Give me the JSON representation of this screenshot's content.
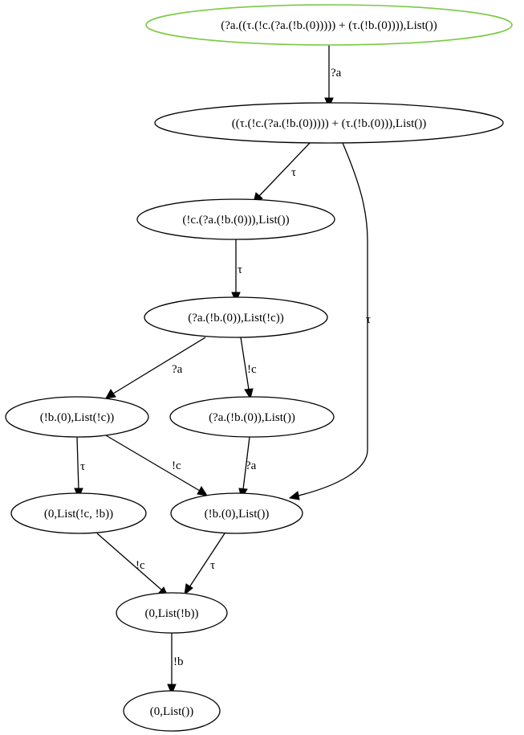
{
  "start_color": "#7ac943",
  "nodes": [
    {
      "id": "n0",
      "label": "(?a.((τ.(!c.(?a.(!b.(0))))) + (τ.(!b.(0)))),List())",
      "start": true
    },
    {
      "id": "n1",
      "label": "((τ.(!c.(?a.(!b.(0))))) + (τ.(!b.(0))),List())"
    },
    {
      "id": "n2",
      "label": "(!c.(?a.(!b.(0))),List())"
    },
    {
      "id": "n3",
      "label": "(?a.(!b.(0)),List(!c))"
    },
    {
      "id": "n4",
      "label": "(!b.(0),List(!c))"
    },
    {
      "id": "n5",
      "label": "(?a.(!b.(0)),List())"
    },
    {
      "id": "n6",
      "label": "(0,List(!c, !b))"
    },
    {
      "id": "n7",
      "label": "(!b.(0),List())"
    },
    {
      "id": "n8",
      "label": "(0,List(!b))"
    },
    {
      "id": "n9",
      "label": "(0,List())"
    }
  ],
  "edges": [
    {
      "id": "e0",
      "from": "n0",
      "to": "n1",
      "label": "?a"
    },
    {
      "id": "e1",
      "from": "n1",
      "to": "n2",
      "label": "τ"
    },
    {
      "id": "e2",
      "from": "n1",
      "to": "n7",
      "label": "τ"
    },
    {
      "id": "e3",
      "from": "n2",
      "to": "n3",
      "label": "τ"
    },
    {
      "id": "e4",
      "from": "n3",
      "to": "n4",
      "label": "?a"
    },
    {
      "id": "e5",
      "from": "n3",
      "to": "n5",
      "label": "!c"
    },
    {
      "id": "e6",
      "from": "n4",
      "to": "n6",
      "label": "τ"
    },
    {
      "id": "e7",
      "from": "n4",
      "to": "n7",
      "label": "!c"
    },
    {
      "id": "e8",
      "from": "n5",
      "to": "n7",
      "label": "?a"
    },
    {
      "id": "e9",
      "from": "n6",
      "to": "n8",
      "label": "!c"
    },
    {
      "id": "e10",
      "from": "n7",
      "to": "n8",
      "label": "τ"
    },
    {
      "id": "e11",
      "from": "n8",
      "to": "n9",
      "label": "!b"
    }
  ]
}
